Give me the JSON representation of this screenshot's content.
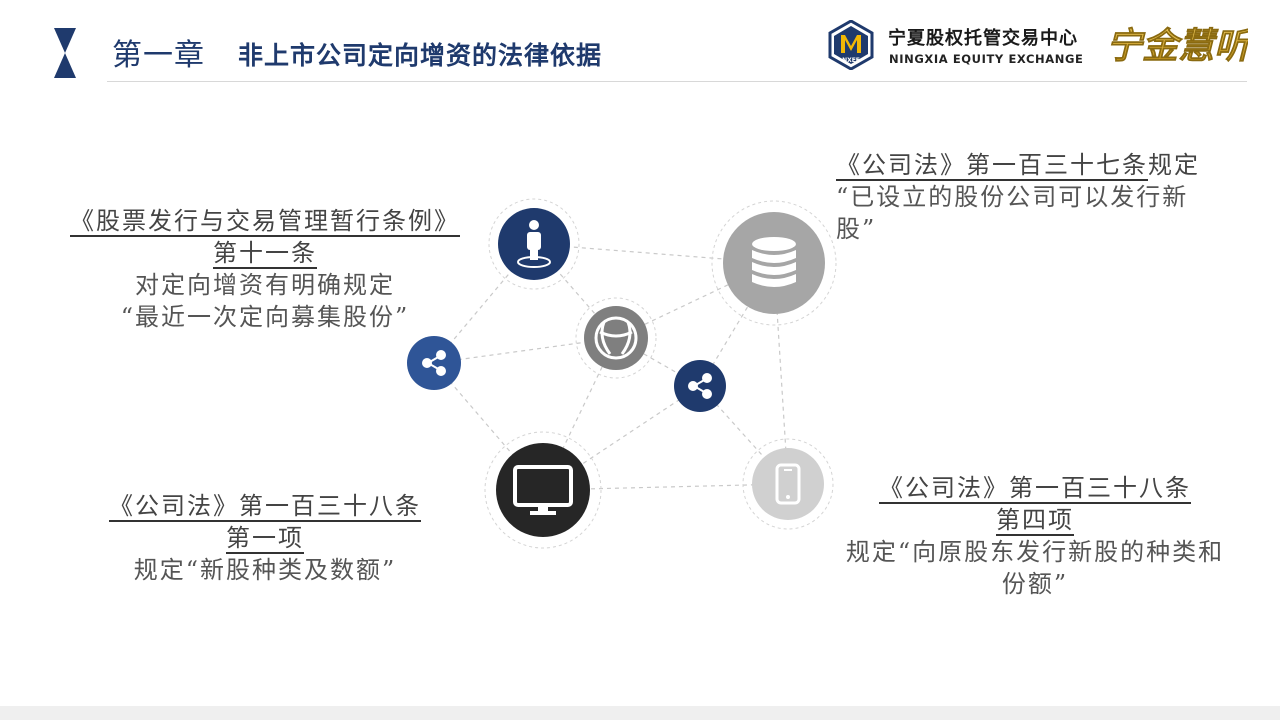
{
  "header": {
    "chapter": "第一章",
    "title": "非上市公司定向增资的法律依据",
    "accent_color": "#1f3a6d"
  },
  "exchange": {
    "logo_text": "NXEE",
    "name_cn": "宁夏股权托管交易中心",
    "name_en": "NINGXIA EQUITY EXCHANGE",
    "brand_text": "宁金慧听"
  },
  "blocks": {
    "top_left": {
      "line1": "《股票发行与交易管理暂行条例》",
      "line2": "第十一条",
      "line3": "对定向增资有明确规定",
      "line4": "“最近一次定向募集股份”"
    },
    "top_right": {
      "line1_u": "《公司法》第一百三十七条",
      "line1_rest": "规定",
      "line2": "“已设立的股份公司可以发行新",
      "line3": "股”"
    },
    "bottom_left": {
      "line1": "《公司法》第一百三十八条",
      "line2": "第一项",
      "line3": "规定“新股种类及数额”"
    },
    "bottom_right": {
      "line1": "《公司法》第一百三十八条",
      "line2": "第四项",
      "line3": "规定“向原股东发行新股的种类和",
      "line4": "份额”"
    }
  },
  "network": {
    "nodes": [
      {
        "name": "person-node",
        "icon": "person-icon",
        "color": "#1f3a6d"
      },
      {
        "name": "database-node",
        "icon": "database-icon",
        "color": "#a6a6a6"
      },
      {
        "name": "globe-node",
        "icon": "globe-icon",
        "color": "#7f7f7f"
      },
      {
        "name": "share-node-left",
        "icon": "share-icon",
        "color": "#2f5597"
      },
      {
        "name": "share-node-center",
        "icon": "share-icon",
        "color": "#1f3a6d"
      },
      {
        "name": "monitor-node",
        "icon": "monitor-icon",
        "color": "#262626"
      },
      {
        "name": "phone-node",
        "icon": "phone-icon",
        "color": "#d0d0d0"
      }
    ]
  }
}
